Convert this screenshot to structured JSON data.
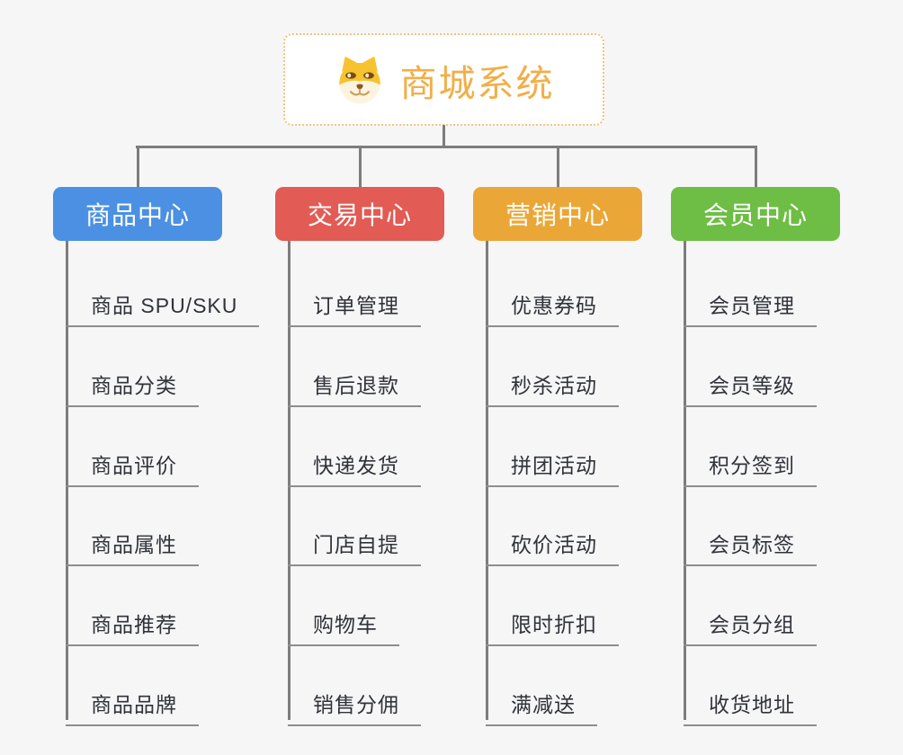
{
  "page": {
    "background": "#f6f6f7",
    "connector_color": "#7d7d7d",
    "underline_color": "#8e8e8e"
  },
  "root": {
    "title": "商城系统",
    "title_color": "#f2ae48",
    "border_color": "#f5c27a",
    "icon": "shiba-dog-icon"
  },
  "branches": [
    {
      "label": "商品中心",
      "color": "#4b90e2",
      "items": [
        "商品 SPU/SKU",
        "商品分类",
        "商品评价",
        "商品属性",
        "商品推荐",
        "商品品牌"
      ]
    },
    {
      "label": "交易中心",
      "color": "#e25b54",
      "items": [
        "订单管理",
        "售后退款",
        "快递发货",
        "门店自提",
        "购物车",
        "销售分佣"
      ]
    },
    {
      "label": "营销中心",
      "color": "#eaa737",
      "items": [
        "优惠券码",
        "秒杀活动",
        "拼团活动",
        "砍价活动",
        "限时折扣",
        "满减送"
      ]
    },
    {
      "label": "会员中心",
      "color": "#6ebe45",
      "items": [
        "会员管理",
        "会员等级",
        "积分签到",
        "会员标签",
        "会员分组",
        "收货地址"
      ]
    }
  ]
}
